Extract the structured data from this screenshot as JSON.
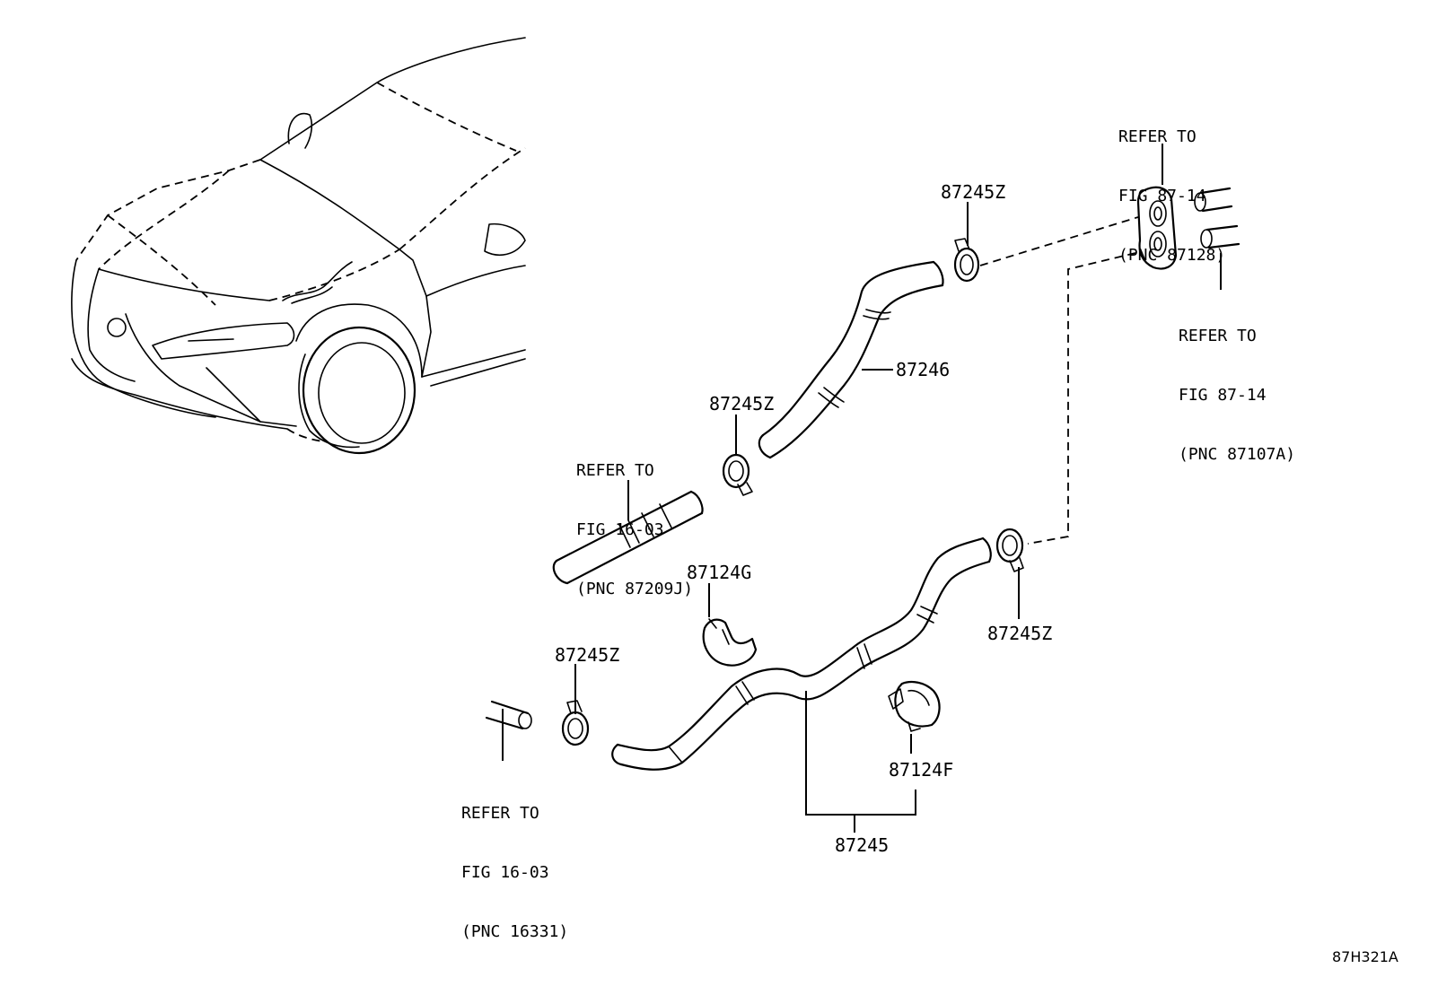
{
  "part_numbers": {
    "clamp_top": "87245Z",
    "hose_upper": "87246",
    "clamp_mid_left": "87245Z",
    "clamp_right": "87245Z",
    "clamp_bottom_left": "87245Z",
    "clamp_87124g": "87124G",
    "clamp_87124f": "87124F",
    "hose_lower": "87245"
  },
  "references": {
    "ref_top_right": {
      "line1": "REFER TO",
      "line2": "FIG 87-14",
      "line3": "(PNC 87128)"
    },
    "ref_right": {
      "line1": "REFER TO",
      "line2": "FIG 87-14",
      "line3": "(PNC 87107A)"
    },
    "ref_middle_left": {
      "line1": "REFER TO",
      "line2": "FIG 16-03",
      "line3": "(PNC 87209J)"
    },
    "ref_bottom_left": {
      "line1": "REFER TO",
      "line2": "FIG 16-03",
      "line3": "(PNC 16331)"
    }
  },
  "diagram_code": "87H321A"
}
